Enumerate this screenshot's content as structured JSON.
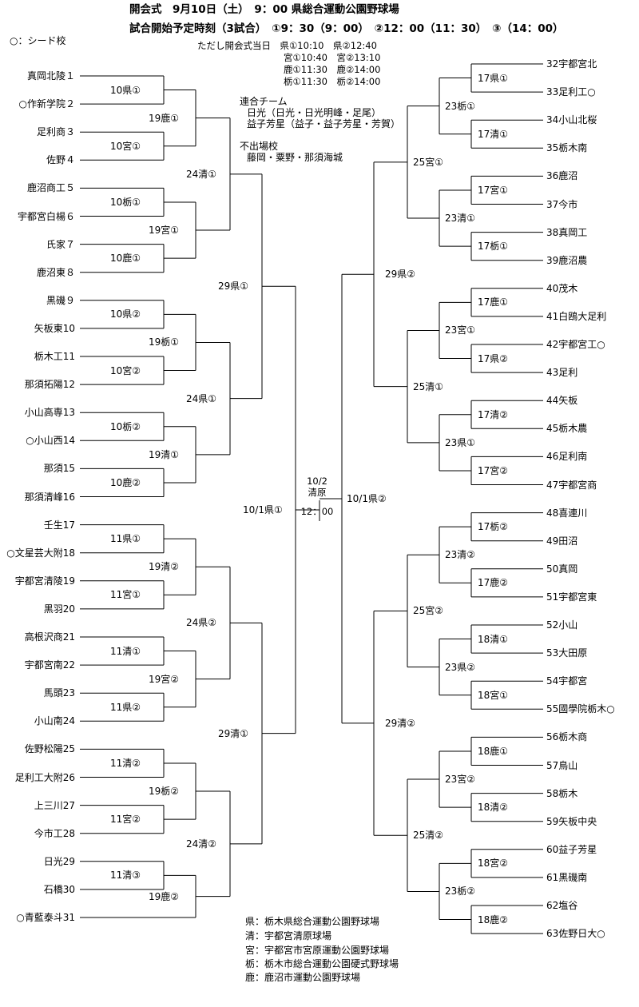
{
  "header": {
    "line1": "開会式　9月10日（土）　9：00 県総合運動公園野球場",
    "line2": "試合開始予定時刻（3試合）　①9：30（9：00）　②12：00（11：30）　③（14：00）",
    "note_line1": "ただし開会式当日　県①10:10　県②12:40",
    "note_line2": "宮①10:40　宮②13:10",
    "note_line3": "鹿①11:30　鹿②14:00",
    "note_line4": "栃①11:30　栃②14:00"
  },
  "seed_note": "○：シード校",
  "special_notes": {
    "joint_title": "連合チーム",
    "joint_line1": "日光（日光・日光明峰・足尾）",
    "joint_line2": "益子芳星（益子・益子芳星・芳賀）",
    "absent_title": "不出場校",
    "absent_line1": "藤岡・粟野・那須海城"
  },
  "left_teams": [
    "真岡北陵１",
    "○作新学院２",
    "足利商３",
    "佐野４",
    "鹿沼商工５",
    "宇都宮白楊６",
    "氏家７",
    "鹿沼東８",
    "黒磯９",
    "矢板東10",
    "栃木工11",
    "那須拓陽12",
    "小山高専13",
    "○小山西14",
    "那須15",
    "那須清峰16",
    "壬生17",
    "○文星芸大附18",
    "宇都宮清陵19",
    "黒羽20",
    "高根沢商21",
    "宇都宮南22",
    "馬頭23",
    "小山南24",
    "佐野松陽25",
    "足利工大附26",
    "上三川27",
    "今市工28",
    "日光29",
    "石橋30",
    "○青藍泰斗31"
  ],
  "right_teams": [
    "32宇都宮北",
    "33足利工○",
    "34小山北桜",
    "35栃木南",
    "36鹿沼",
    "37今市",
    "38真岡工",
    "39鹿沼農",
    "40茂木",
    "41白鴎大足利",
    "42宇都宮工○",
    "43足利",
    "44矢板",
    "45栃木農",
    "46足利南",
    "47宇都宮商",
    "48喜連川",
    "49田沼",
    "50真岡",
    "51宇都宮東",
    "52小山",
    "53大田原",
    "54宇都宮",
    "55國學院栃木○",
    "56栃木商",
    "57鳥山",
    "58栃木",
    "59矢板中央",
    "60益子芳星",
    "61黒磯南",
    "62塩谷",
    "63佐野日大○"
  ],
  "left_games": {
    "r1": [
      "10県①",
      "10宮①",
      "10栃①",
      "10鹿①",
      "10県②",
      "10宮②",
      "10栃②",
      "10鹿②",
      "11県①",
      "11宮①",
      "11清①",
      "11県②",
      "11清②",
      "11宮②",
      "11清③"
    ],
    "r2": [
      "19鹿①",
      "19宮①",
      "19栃①",
      "19清①",
      "19清②",
      "19宮②",
      "19栃②",
      "19鹿②"
    ],
    "r3": [
      "24清①",
      "24県①",
      "24県②",
      "24清②"
    ],
    "r4": [
      "29県①",
      "29清①"
    ],
    "semi": "10/1県①"
  },
  "right_games": {
    "r1": [
      "17県①",
      "17清①",
      "17宮①",
      "17栃①",
      "17鹿①",
      "17県②",
      "17清②",
      "17宮②",
      "17栃②",
      "17鹿②",
      "18清①",
      "18宮①",
      "18鹿①",
      "18清②",
      "18宮②",
      "18鹿②"
    ],
    "r2": [
      "23栃①",
      "23清①",
      "23宮①",
      "23県①",
      "23清②",
      "23県②",
      "23宮②",
      "23栃②"
    ],
    "r3": [
      "25宮①",
      "25清①",
      "25宮②",
      "25清②"
    ],
    "r4": [
      "29県②",
      "29清②"
    ],
    "semi": "10/1県②"
  },
  "final": {
    "date": "10/2",
    "venue": "清原",
    "time": "12：00"
  },
  "legend": [
    "県：栃木県総合運動公園野球場",
    "清：宇都宮清原球場",
    "宮：宇都宮市宮原運動公園野球場",
    "栃：栃木市総合運動公園硬式野球場",
    "鹿：鹿沼市運動公園野球場"
  ]
}
